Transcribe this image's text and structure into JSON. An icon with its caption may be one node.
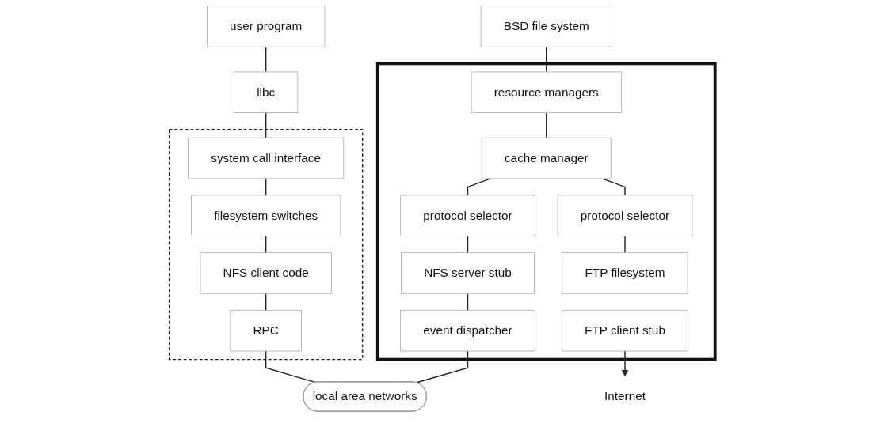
{
  "diagram": {
    "nodes": [
      {
        "text": [
          "user program"
        ]
      },
      {
        "text": [
          "libc"
        ]
      },
      {
        "text": [],
        "shape": "box"
      },
      {
        "text": [
          "system call interface"
        ],
        "in": 2
      },
      {
        "text": [
          "filesystem switches"
        ],
        "in": 2
      },
      {
        "text": [
          "NFS client code"
        ],
        "in": 2
      },
      {
        "text": [
          "RPC"
        ],
        "in": 2
      },
      {
        "text": [
          "local area networks"
        ]
      },
      {
        "text": [
          "BSD file system"
        ]
      },
      {
        "text": [],
        "shape": "box"
      },
      {
        "text": [
          "resource managers"
        ],
        "in": 9
      },
      {
        "text": [
          "cache manager"
        ],
        "in": 9
      },
      {
        "text": [
          "protocol selector"
        ],
        "in": 9
      },
      {
        "text": [
          "protocol selector"
        ],
        "in": 9
      },
      {
        "text": [
          "NFS server stub"
        ],
        "in": 9
      },
      {
        "text": [
          "FTP filesystem"
        ],
        "in": 9
      },
      {
        "text": [
          "event dispatcher"
        ],
        "in": 9
      },
      {
        "text": [
          "FTP client stub"
        ],
        "in": 9
      },
      {
        "text": [
          "Internet"
        ]
      }
    ],
    "edges": [
      {
        "from": 0,
        "to": 1,
        "arrow": "none"
      },
      {
        "from": 1,
        "to": 3,
        "arrow": "none"
      },
      {
        "from": 3,
        "to": 4,
        "arrow": "none"
      },
      {
        "from": 4,
        "to": 5,
        "arrow": "none"
      },
      {
        "from": 5,
        "to": 6,
        "arrow": "none"
      },
      {
        "from": 6,
        "to": 7,
        "arrow": "none"
      },
      {
        "from": 8,
        "to": 10,
        "arrow": "none"
      },
      {
        "from": 10,
        "to": 11,
        "arrow": "none"
      },
      {
        "from": 11,
        "to": 12,
        "arrow": "none"
      },
      {
        "from": 11,
        "to": 13,
        "arrow": "none"
      },
      {
        "from": 12,
        "to": 14,
        "arrow": "none"
      },
      {
        "from": 13,
        "to": 15,
        "arrow": "none"
      },
      {
        "from": 14,
        "to": 16,
        "arrow": "none"
      },
      {
        "from": 16,
        "to": 7,
        "arrow": "none"
      },
      {
        "from": 17,
        "to": 18,
        "arrow": "to"
      }
    ]
  }
}
